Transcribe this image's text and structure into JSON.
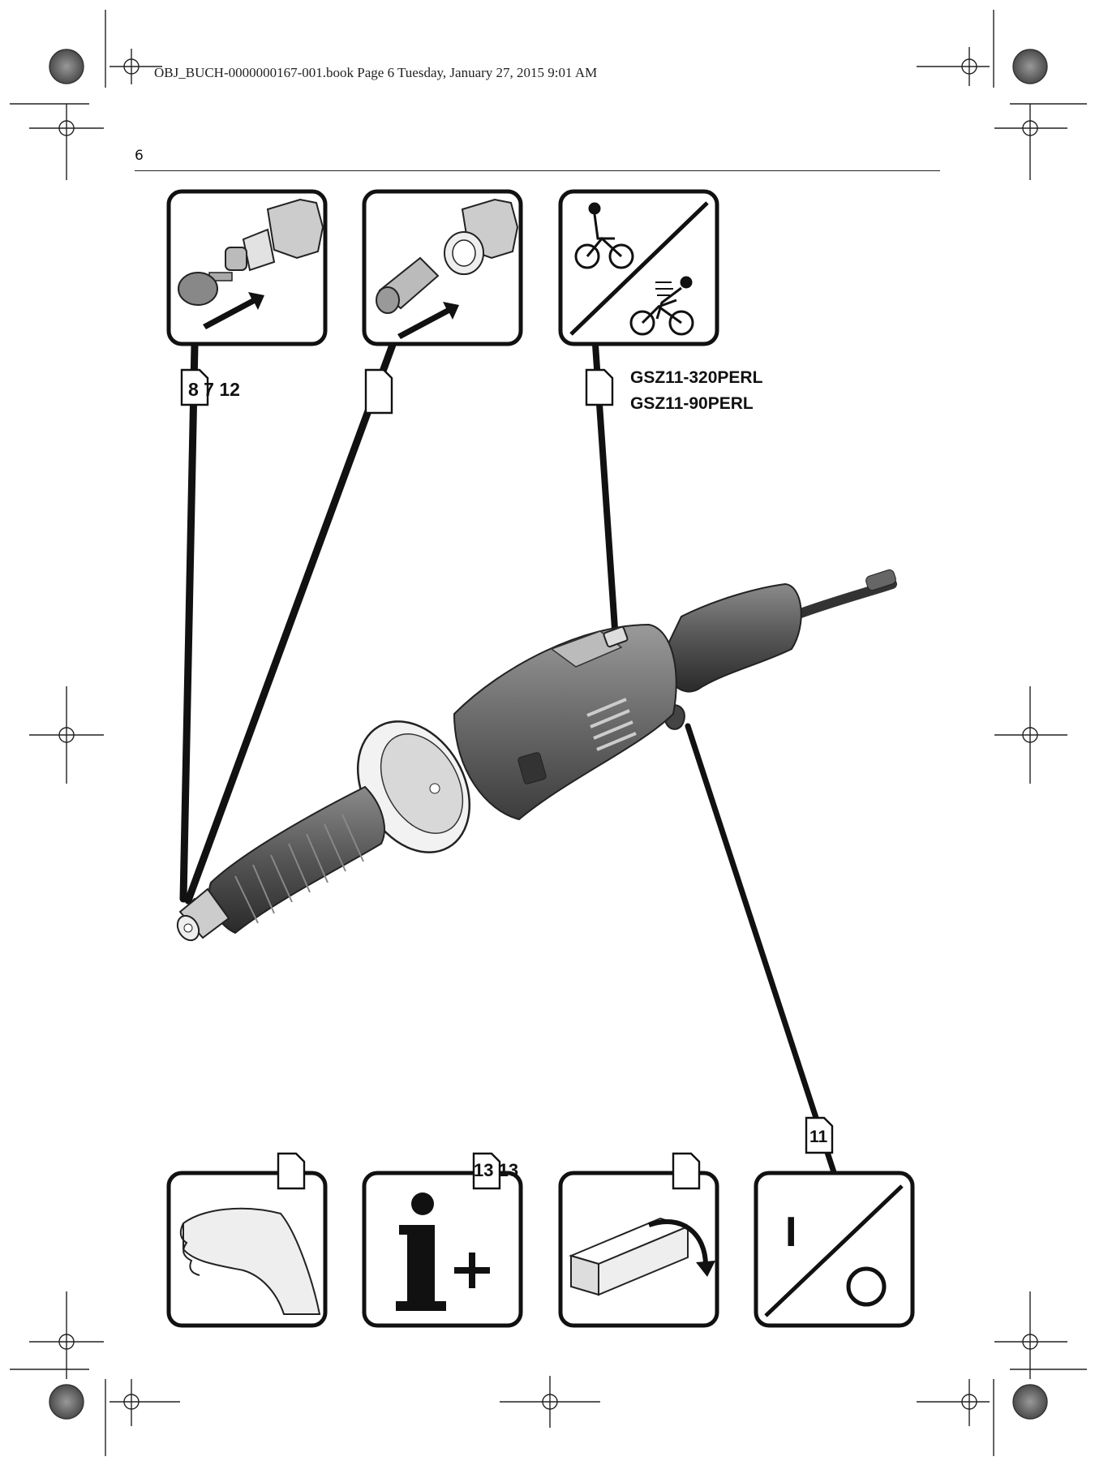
{
  "header": {
    "print_line": "OBJ_BUCH-0000000167-001.book  Page 6  Tuesday, January 27, 2015  9:01 AM",
    "page_number": "6"
  },
  "top_panels": [
    {
      "icon": "attach-grinding-point-icon",
      "ref": "8 7 12"
    },
    {
      "icon": "collet-change-icon",
      "ref": ""
    },
    {
      "icon": "speed-preselection-icon",
      "ref": "",
      "models": [
        "GSZ11-320PERL",
        "GSZ11-90PERL"
      ]
    }
  ],
  "bottom_panels": [
    {
      "icon": "hand-vibration-icon",
      "ref": ""
    },
    {
      "icon": "info-plus-icon",
      "ref": "13 13"
    },
    {
      "icon": "accessories-box-icon",
      "ref": ""
    },
    {
      "icon": "on-off-switch-icon",
      "ref": "11"
    }
  ],
  "on_off": {
    "on_symbol": "I",
    "off_symbol": "O"
  },
  "device": {
    "icon": "straight-grinder-illustration"
  }
}
